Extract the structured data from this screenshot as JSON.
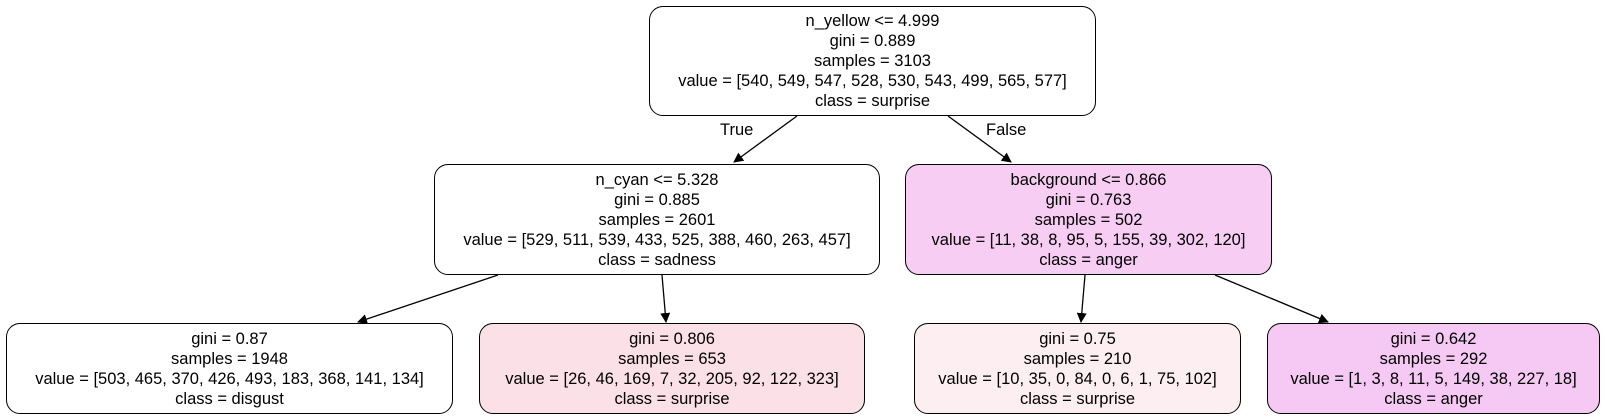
{
  "edge_labels": {
    "left": "True",
    "right": "False"
  },
  "nodes": {
    "root": {
      "split": "n_yellow <= 4.999",
      "gini": "gini = 0.889",
      "samples": "samples = 3103",
      "value": "value = [540, 549, 547, 528, 530, 543, 499, 565, 577]",
      "class": "class = surprise",
      "fill": "#ffffff"
    },
    "left": {
      "split": "n_cyan <= 5.328",
      "gini": "gini = 0.885",
      "samples": "samples = 2601",
      "value": "value = [529, 511, 539, 433, 525, 388, 460, 263, 457]",
      "class": "class = sadness",
      "fill": "#ffffff"
    },
    "right": {
      "split": "background <= 0.866",
      "gini": "gini = 0.763",
      "samples": "samples = 502",
      "value": "value = [11, 38, 8, 95, 5, 155, 39, 302, 120]",
      "class": "class = anger",
      "fill": "#f7cdf4"
    },
    "leaf1": {
      "gini": "gini = 0.87",
      "samples": "samples = 1948",
      "value": "value = [503, 465, 370, 426, 493, 183, 368, 141, 134]",
      "class": "class = disgust",
      "fill": "#ffffff"
    },
    "leaf2": {
      "gini": "gini = 0.806",
      "samples": "samples = 653",
      "value": "value = [26, 46, 169, 7, 32, 205, 92, 122, 323]",
      "class": "class = surprise",
      "fill": "#fbe0e8"
    },
    "leaf3": {
      "gini": "gini = 0.75",
      "samples": "samples = 210",
      "value": "value = [10, 35, 0, 84, 0, 6, 1, 75, 102]",
      "class": "class = surprise",
      "fill": "#fdeef2"
    },
    "leaf4": {
      "gini": "gini = 0.642",
      "samples": "samples = 292",
      "value": "value = [1, 3, 8, 11, 5, 149, 38, 227, 18]",
      "class": "class = anger",
      "fill": "#f5c9f4"
    }
  }
}
